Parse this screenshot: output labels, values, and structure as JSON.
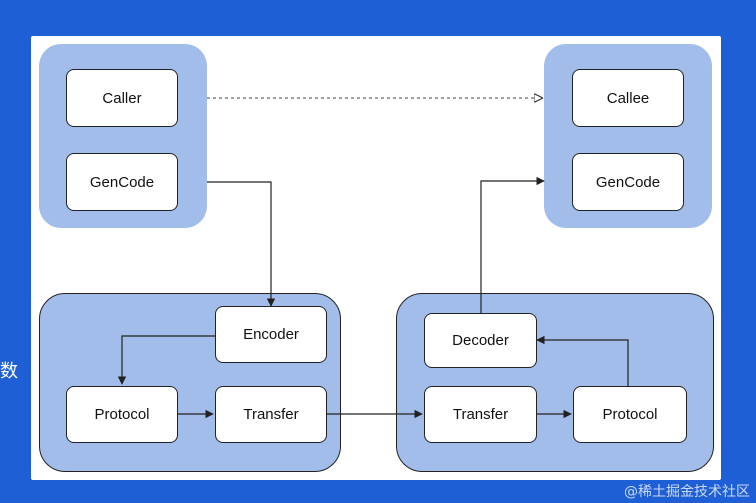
{
  "slide": {
    "edge_char": "数",
    "watermark": "@稀土掘金技术社区"
  },
  "diagram": {
    "caller_group": {
      "caller": "Caller",
      "gencode": "GenCode"
    },
    "callee_group": {
      "callee": "Callee",
      "gencode": "GenCode"
    },
    "client_stack": {
      "encoder": "Encoder",
      "protocol": "Protocol",
      "transfer": "Transfer"
    },
    "server_stack": {
      "decoder": "Decoder",
      "transfer": "Transfer",
      "protocol": "Protocol"
    }
  },
  "colors": {
    "background": "#1f5fd6",
    "group_fill": "#a3bdea",
    "node_fill": "#ffffff",
    "line": "#222222"
  }
}
